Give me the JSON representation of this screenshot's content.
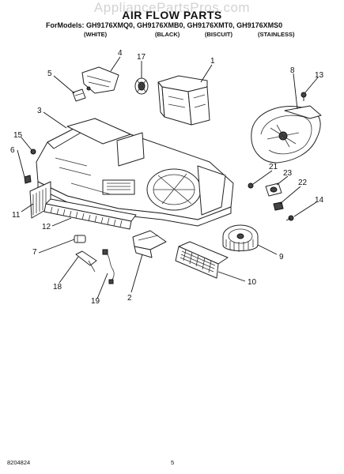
{
  "watermark": "AppliancePartsPros.com",
  "title": "AIR FLOW PARTS",
  "models_line": "ForModels: GH9176XMQ0, GH9176XMB0, GH9176XMT0, GH9176XMS0",
  "colors": [
    "(WHITE)",
    "(BLACK)",
    "(BISCUIT)",
    "(STAINLESS)"
  ],
  "callouts": [
    "1",
    "2",
    "3",
    "4",
    "5",
    "6",
    "7",
    "8",
    "9",
    "10",
    "11",
    "12",
    "13",
    "14",
    "15",
    "17",
    "18",
    "19",
    "21",
    "22",
    "23"
  ],
  "footer": {
    "doc_number": "8204824",
    "page": "5"
  }
}
